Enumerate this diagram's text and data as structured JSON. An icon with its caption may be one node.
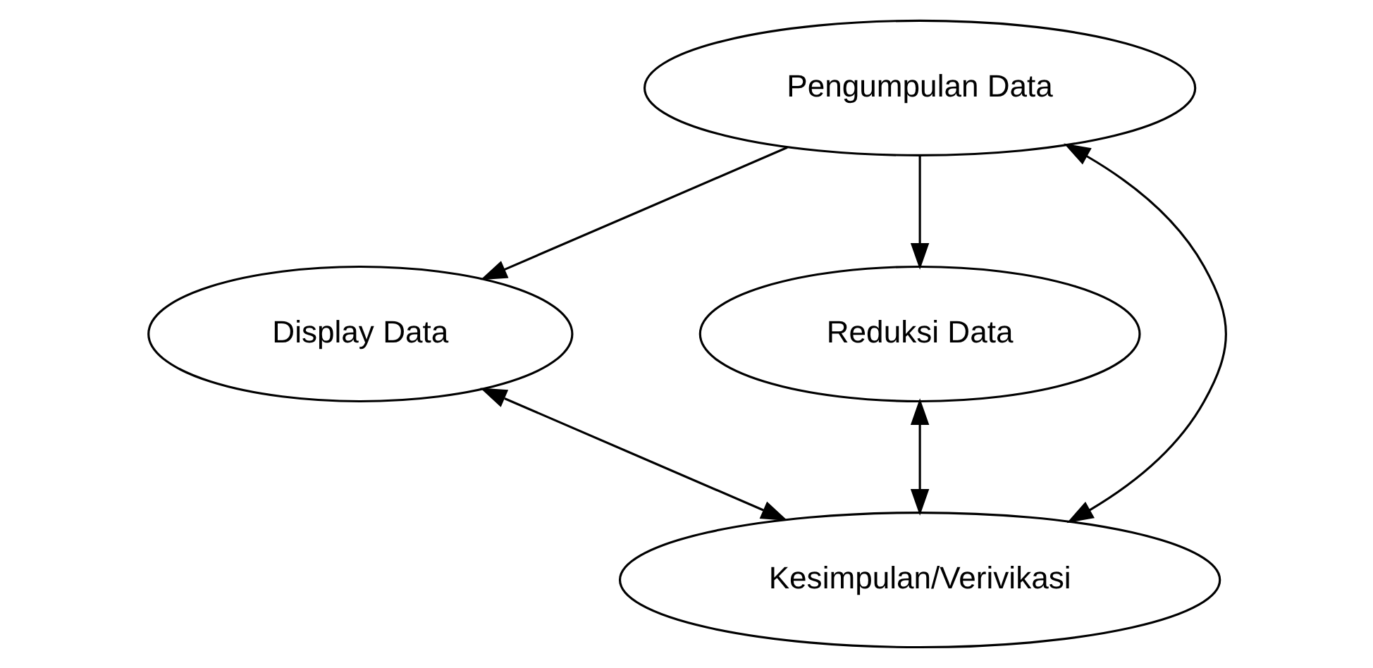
{
  "diagram": {
    "nodes": [
      {
        "text": [
          "Pengumpulan Data"
        ]
      },
      {
        "text": [
          "Display Data"
        ]
      },
      {
        "text": [
          "Reduksi Data"
        ]
      },
      {
        "text": [
          "Kesimpulan/Verivikasi"
        ]
      }
    ],
    "edges": [
      {
        "from": 0,
        "to": 1,
        "arrow": "to"
      },
      {
        "from": 0,
        "to": 2,
        "arrow": "to"
      },
      {
        "from": 2,
        "to": 3,
        "arrow": "both"
      },
      {
        "from": 1,
        "to": 3,
        "arrow": "both"
      },
      {
        "from": 3,
        "to": 0,
        "arrow": "both"
      }
    ]
  }
}
